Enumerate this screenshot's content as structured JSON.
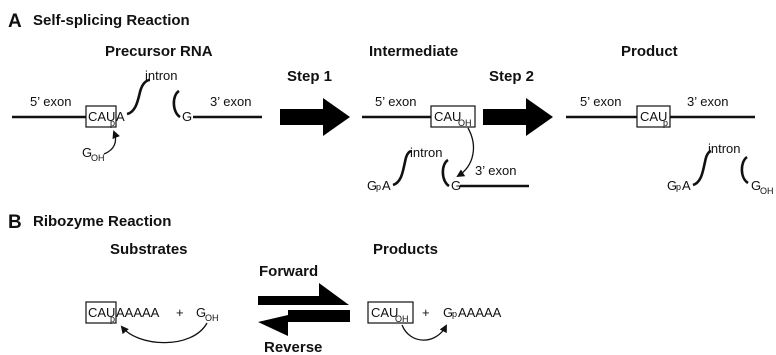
{
  "panel_a": {
    "letter": "A",
    "title": "Self-splicing Reaction",
    "headings": {
      "precursor": "Precursor RNA",
      "intermediate": "Intermediate",
      "product": "Product"
    },
    "steps": {
      "step1": "Step 1",
      "step2": "Step 2"
    },
    "precursor": {
      "exon5": "5’ exon",
      "exon3": "3’ exon",
      "intron": "intron",
      "box_main": "CAU",
      "box_sub": "p",
      "after_box": "A",
      "g": "G",
      "goh_main": "G",
      "goh_sub": "OH"
    },
    "intermediate": {
      "exon5": "5’ exon",
      "box_main": "CAU",
      "box_sub": "OH",
      "intron": "intron",
      "gpa_g": "G",
      "gpa_p": "p",
      "gpa_a": "A",
      "g": "G",
      "exon3": "3’ exon"
    },
    "product": {
      "exon5": "5’ exon",
      "exon3": "3’ exon",
      "box_main": "CAU",
      "box_sub": "p",
      "intron": "intron",
      "gpa_g": "G",
      "gpa_p": "p",
      "gpa_a": "A",
      "goh_main": "G",
      "goh_sub": "OH"
    }
  },
  "panel_b": {
    "letter": "B",
    "title": "Ribozyme Reaction",
    "headings": {
      "substrates": "Substrates",
      "products": "Products"
    },
    "directions": {
      "forward": "Forward",
      "reverse": "Reverse"
    },
    "substrates": {
      "box_main": "CAU",
      "box_sub": "p",
      "tail": "AAAAA",
      "plus": "+",
      "goh_main": "G",
      "goh_sub": "OH"
    },
    "products": {
      "box_main": "CAU",
      "box_sub": "OH",
      "plus": "+",
      "gp_g": "G",
      "gp_p": "p",
      "tail": "AAAAA"
    }
  }
}
